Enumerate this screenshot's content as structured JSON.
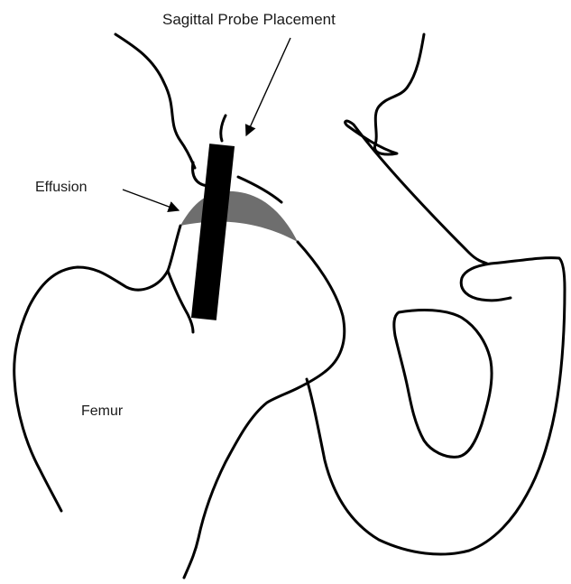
{
  "labels": {
    "probe": "Sagittal Probe Placement",
    "effusion": "Effusion",
    "femur": "Femur"
  },
  "colors": {
    "outline": "#000000",
    "effusion_fill": "#6e6e6e",
    "probe_fill": "#000000",
    "background": "#ffffff",
    "text": "#1a1a1a"
  }
}
